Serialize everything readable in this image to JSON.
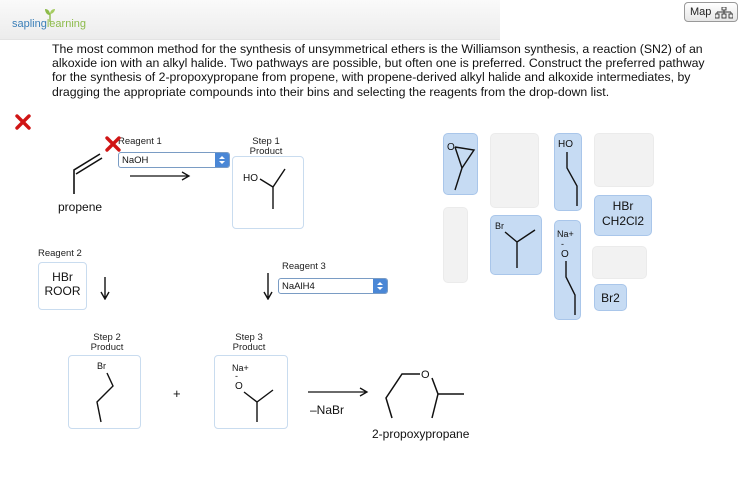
{
  "header": {
    "logo_text_a": "sapling",
    "logo_text_b": "learning",
    "map_label": "Map"
  },
  "question": "The most common method for the synthesis of unsymmetrical ethers is the Williamson synthesis, a reaction (SN2) of an alkoxide ion with an alkyl halide. Two pathways are possible, but often one is preferred. Construct the preferred pathway for the synthesis of 2-propoxypropane from propene, with propene-derived alkyl halide and alkoxide intermediates, by dragging the appropriate compounds into their bins and selecting the reagents from the drop-down list.",
  "scheme": {
    "reagent1_label": "Reagent 1",
    "reagent1_value": "NaOH",
    "step1_label": "Step 1\nProduct",
    "start_label": "propene",
    "reagent2_label": "Reagent 2",
    "reagent2_line1": "HBr",
    "reagent2_line2": "ROOR",
    "reagent3_label": "Reagent 3",
    "reagent3_value": "NaAlH4",
    "step2_label": "Step 2\nProduct",
    "step3_label": "Step 3\nProduct",
    "plus": "+",
    "byproduct": "–NaBr",
    "product_label": "2-propoxypropane",
    "atom_ho": "HO",
    "atom_br": "Br",
    "atom_na": "Na+",
    "atom_o": "O"
  },
  "bank": {
    "hbr_line1": "HBr",
    "hbr_line2": "CH2Cl2",
    "br2": "Br2",
    "atom_o": "O",
    "atom_br": "Br",
    "atom_ho": "HO",
    "atom_na": "Na+"
  },
  "colors": {
    "tile_blue": "#c6dbf3",
    "error_red": "#d01515",
    "select_blue": "#4a87d6"
  }
}
